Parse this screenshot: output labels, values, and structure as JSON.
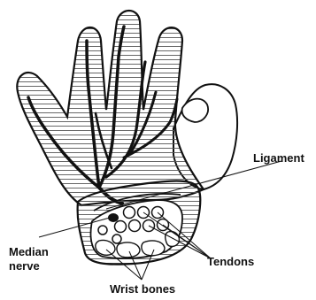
{
  "labels": {
    "ligament": "Ligament",
    "median_nerve_line1": "Median",
    "median_nerve_line2": "nerve",
    "tendons": "Tendons",
    "wrist_bones": "Wrist bones"
  },
  "colors": {
    "outline": "#111111",
    "hatch": "#555555",
    "nerve": "#111111",
    "background": "#ffffff"
  }
}
